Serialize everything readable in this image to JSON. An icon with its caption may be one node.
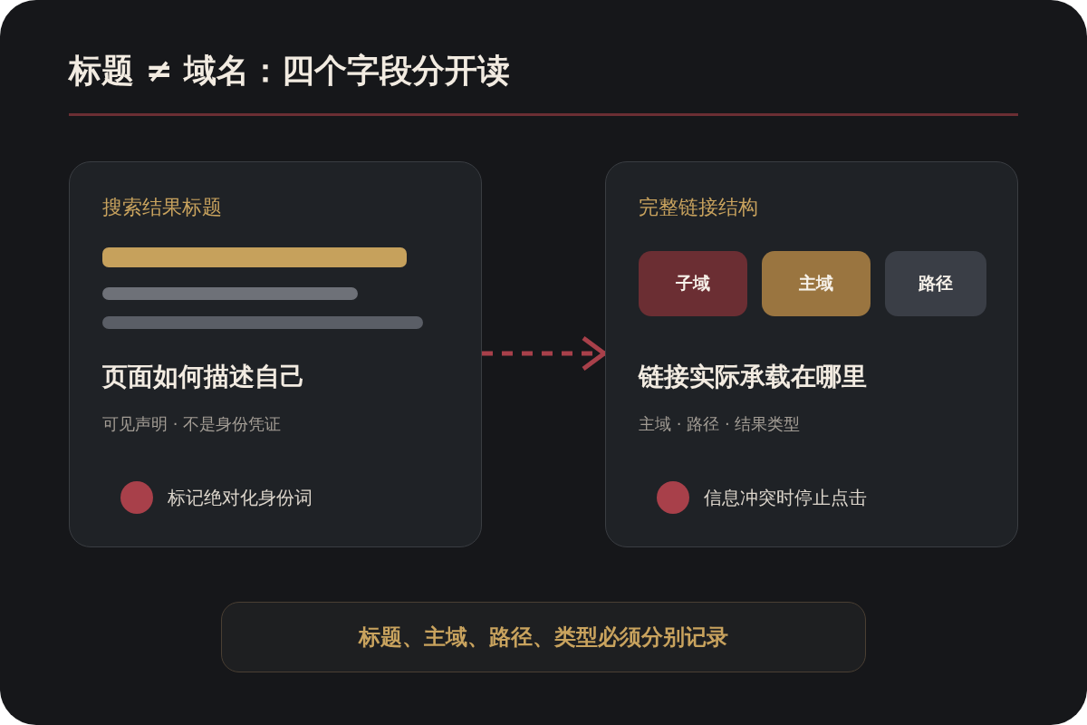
{
  "diagram": {
    "title": "标题 ≠ 域名：四个字段分开读",
    "nodes": [
      {
        "text": [
          "搜索结果标题",
          "页面如何描述自己",
          "可见声明 · 不是身份凭证",
          "标记绝对化身份词"
        ]
      },
      {
        "text": [
          "完整链接结构",
          "链接实际承载在哪里",
          "主域 · 路径 · 结果类型",
          "信息冲突时停止点击"
        ]
      },
      {
        "text": [
          "子域"
        ],
        "in": 1
      },
      {
        "text": [
          "主域"
        ],
        "in": 1
      },
      {
        "text": [
          "路径"
        ],
        "in": 1
      },
      {
        "text": [
          "标题、主域、路径、类型必须分别记录"
        ]
      }
    ],
    "edges": [
      {
        "from": 0,
        "to": 1,
        "arrow": "to",
        "style": "dashed",
        "color": "#a8404a"
      }
    ]
  }
}
